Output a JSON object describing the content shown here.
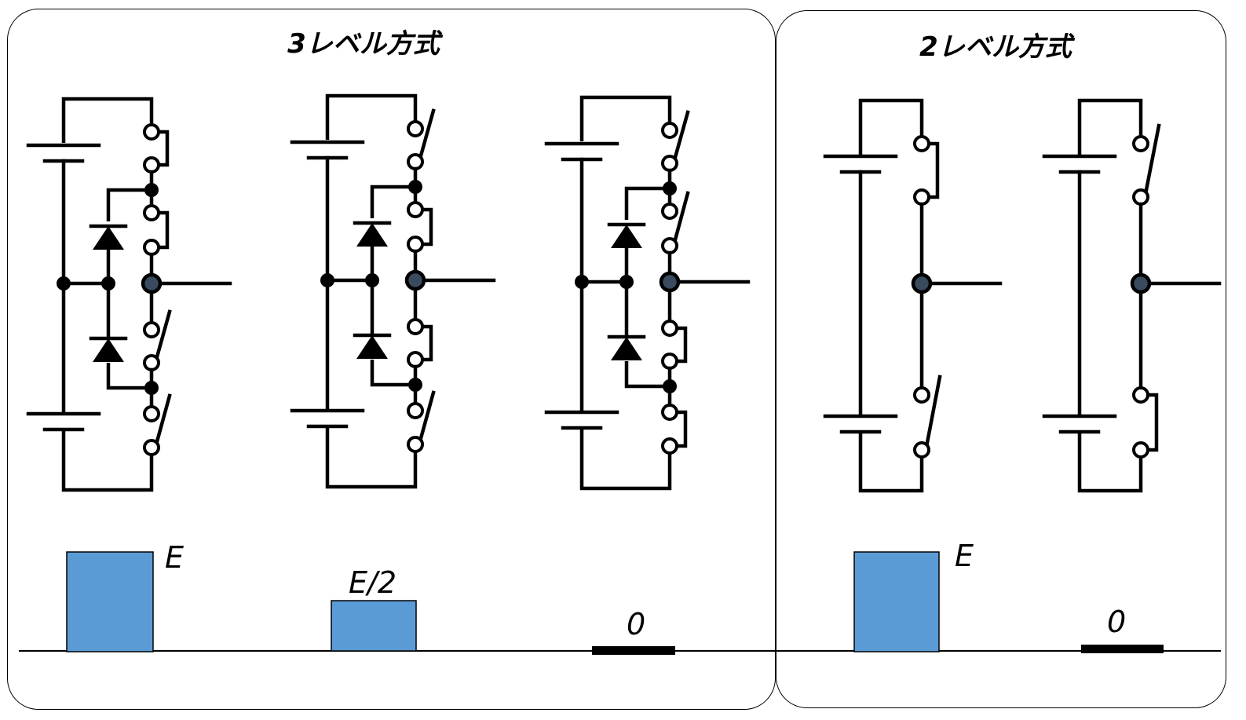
{
  "panels": {
    "three_level": {
      "title": "3レベル方式"
    },
    "two_level": {
      "title": "2レベル方式"
    }
  },
  "output_levels": {
    "three_level": [
      "E",
      "E/2",
      "0"
    ],
    "two_level": [
      "E",
      "0"
    ]
  },
  "colors": {
    "bar_fill": "#5B9BD5",
    "output_node": "#3A4A5F",
    "line": "#000000"
  },
  "circuits": [
    {
      "topology": "three-level",
      "switches": [
        "on",
        "on",
        "off",
        "off"
      ],
      "output": "E"
    },
    {
      "topology": "three-level",
      "switches": [
        "off",
        "on",
        "on",
        "off"
      ],
      "output": "E/2"
    },
    {
      "topology": "three-level",
      "switches": [
        "off",
        "off",
        "on",
        "on"
      ],
      "output": "0"
    },
    {
      "topology": "two-level",
      "switches": [
        "on",
        "off"
      ],
      "output": "E"
    },
    {
      "topology": "two-level",
      "switches": [
        "off",
        "on"
      ],
      "output": "0"
    }
  ]
}
